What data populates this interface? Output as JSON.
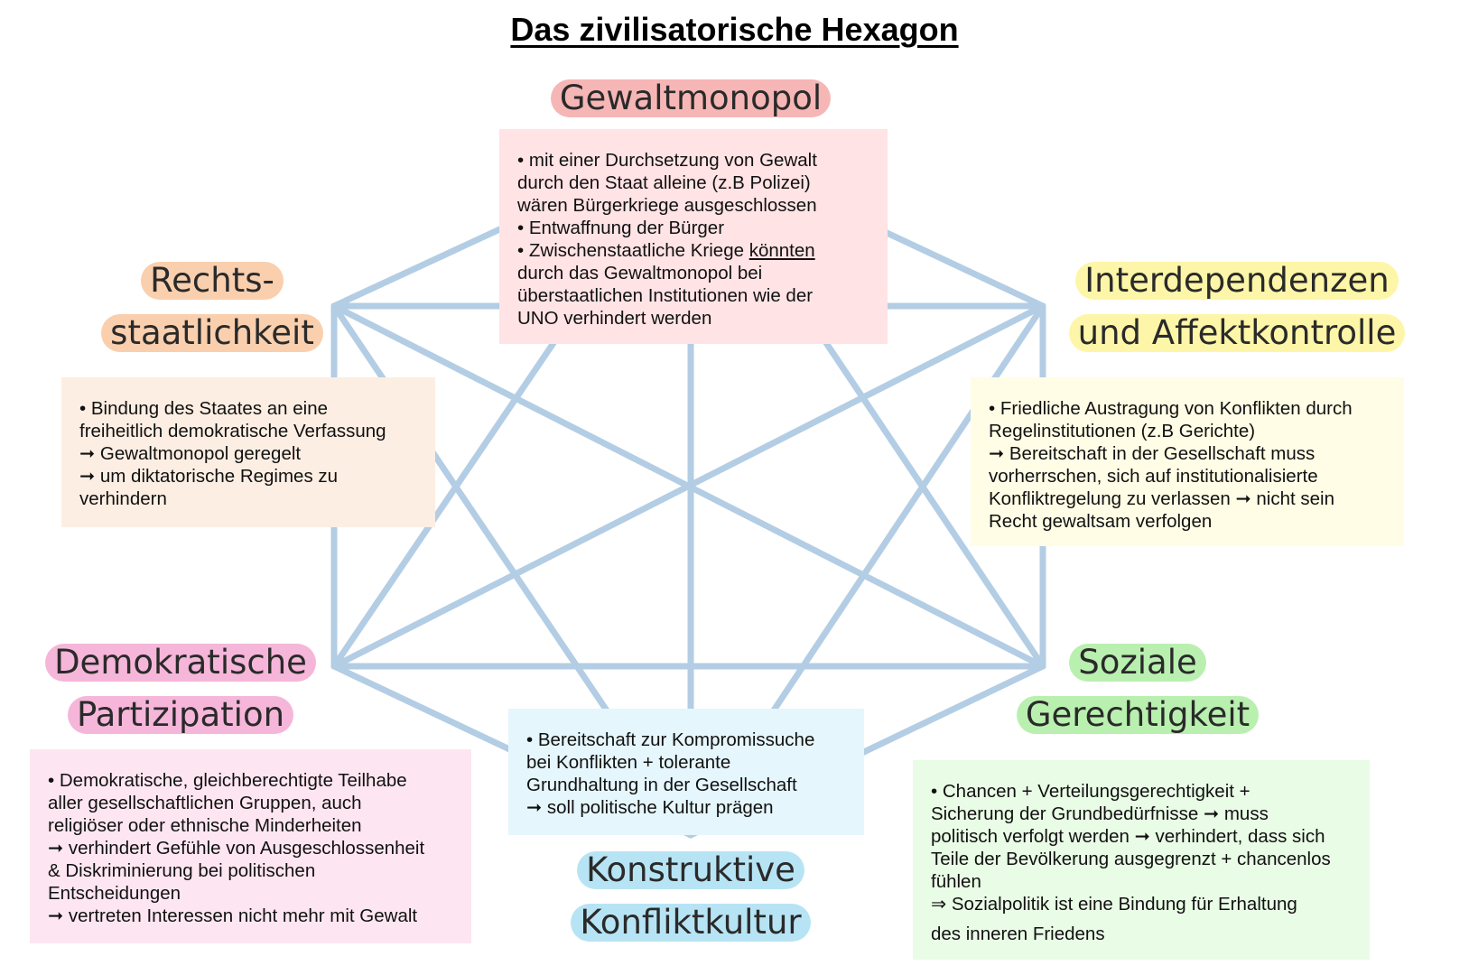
{
  "title": "Das zivilisatorische Hexagon",
  "colors": {
    "line": "#b3cde4",
    "gewaltmonopol": "#ffe3e5",
    "gewaltmonopol_label": "#f7b6b6",
    "rechtsstaat": "#fdeee3",
    "rechtsstaat_label": "#f9cfae",
    "interdependenz": "#fffde6",
    "interdependenz_label": "#fdf6a8",
    "demokratie": "#fde6f1",
    "demokratie_label": "#f5b6d9",
    "konflikt": "#e5f6fc",
    "konflikt_label": "#b7e4f4",
    "sozial": "#e9fce6",
    "sozial_label": "#b9f0b0"
  },
  "nodes": {
    "gewaltmonopol": {
      "label": [
        "Gewaltmonopol"
      ],
      "lines": [
        "• mit einer Durchsetzung von Gewalt",
        "durch den Staat alleine (z.B Polizei)",
        "wären Bürgerkriege ausgeschlossen",
        "• Entwaffnung der Bürger",
        "• Zwischenstaatliche Kriege ",
        "könnten",
        "durch das Gewaltmonopol bei",
        "überstaatlichen Institutionen wie der",
        "UNO verhindert werden"
      ]
    },
    "rechtsstaatlichkeit": {
      "label": [
        "Rechts-",
        "staatlichkeit"
      ],
      "lines": [
        "• Bindung des Staates an eine",
        "freiheitlich demokratische Verfassung",
        "➞ Gewaltmonopol geregelt",
        "➞ um diktatorische Regimes zu",
        "verhindern"
      ]
    },
    "interdependenzen": {
      "label": [
        "Interdependenzen",
        "und Affektkontrolle"
      ],
      "lines": [
        "• Friedliche Austragung von Konflikten durch",
        "Regelinstitutionen (z.B Gerichte)",
        "➞ Bereitschaft in der Gesellschaft muss",
        "vorherrschen, sich auf institutionalisierte",
        "Konfliktregelung zu verlassen ➞ nicht sein",
        "Recht gewaltsam verfolgen"
      ]
    },
    "demokratische_partizipation": {
      "label": [
        "Demokratische",
        "Partizipation"
      ],
      "lines": [
        "• Demokratische, gleichberechtigte Teilhabe",
        "aller gesellschaftlichen Gruppen, auch",
        "religiöser oder ethnische Minderheiten",
        "➞ verhindert Gefühle von Ausgeschlossenheit",
        "& Diskriminierung bei politischen",
        "Entscheidungen",
        "➞ vertreten Interessen nicht mehr mit Gewalt"
      ]
    },
    "konfliktkultur": {
      "label": [
        "Konstruktive",
        "Konfliktkultur"
      ],
      "lines": [
        "• Bereitschaft zur Kompromissuche",
        "bei Konflikten + tolerante",
        "Grundhaltung in der Gesellschaft",
        "➞ soll politische Kultur prägen"
      ]
    },
    "soziale_gerechtigkeit": {
      "label": [
        "Soziale",
        "Gerechtigkeit"
      ],
      "lines": [
        "• Chancen + Verteilungsgerechtigkeit +",
        "Sicherung der Grundbedürfnisse ➞ muss",
        "politisch verfolgt werden ➞ verhindert, dass sich",
        "Teile der Bevölkerung ausgegrenzt + chancenlos",
        "fühlen",
        "⇒ Sozialpolitik ist eine Bindung für Erhaltung",
        "des inneren Friedens"
      ]
    }
  }
}
